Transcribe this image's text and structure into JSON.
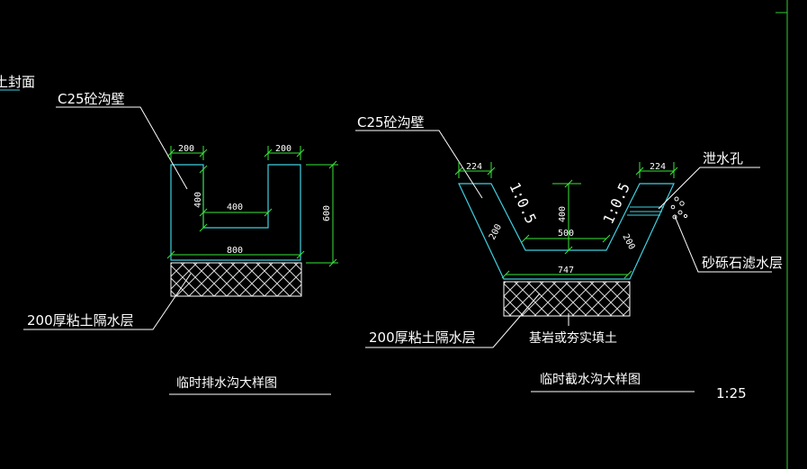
{
  "colors": {
    "background": "#000000",
    "outline": "#3fd0e0",
    "dimension": "#39e639",
    "annotation": "#ffffff",
    "border": "#33cc33"
  },
  "left_drawing": {
    "partial_label": "土封面",
    "wall_label": "C25砼沟壁",
    "dims": {
      "wall_left": "200",
      "wall_right": "200",
      "inner_depth": "400",
      "inner_width": "400",
      "total_height": "600",
      "total_width": "800"
    },
    "barrier_label": "200厚粘土隔水层",
    "title": "临时排水沟大样图"
  },
  "right_drawing": {
    "wall_label": "C25砼沟壁",
    "dims": {
      "top_left": "224",
      "top_right": "224",
      "slope_left": "1:0.5",
      "slope_right": "1:0.5",
      "depth": "400",
      "bottom_width": "500",
      "wall_left": "200",
      "wall_right": "200",
      "base_width": "747"
    },
    "weep_hole_label": "泄水孔",
    "filter_label": "砂砾石滤水层",
    "barrier_label": "200厚粘土隔水层",
    "fill_label": "基岩或夯实填土",
    "title": "临时截水沟大样图"
  },
  "scale": "1:25"
}
